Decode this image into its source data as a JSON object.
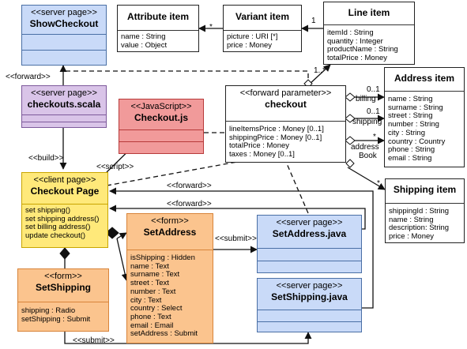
{
  "nodes": {
    "show_checkout": {
      "stereotype": "<<server page>>",
      "name": "ShowCheckout"
    },
    "checkouts_scala": {
      "stereotype": "<<server page>>",
      "name": "checkouts.scala"
    },
    "checkout_js": {
      "stereotype": "<<JavaScript>>",
      "name": "Checkout.js"
    },
    "checkout_page": {
      "stereotype": "<<client page>>",
      "name": "Checkout Page",
      "attrs": [
        "set shipping()",
        "set shipping address()",
        "set billing address()",
        "update checkout()"
      ]
    },
    "set_shipping": {
      "stereotype": "<<form>>",
      "name": "SetShipping",
      "attrs": [
        "shipping : Radio",
        "setShipping : Submit"
      ]
    },
    "set_address": {
      "stereotype": "<<form>>",
      "name": "SetAddress",
      "attrs": [
        "isShipping : Hidden",
        "name : Text",
        "surname : Text",
        "street : Text",
        "number : Text",
        "city : Text",
        "country : Select",
        "phone : Text",
        "email : Email",
        "setAddress : Submit"
      ]
    },
    "set_address_java": {
      "stereotype": "<<server page>>",
      "name": "SetAddress.java"
    },
    "set_shipping_java": {
      "stereotype": "<<server page>>",
      "name": "SetShipping.java"
    },
    "attribute_item": {
      "name": "Attribute item",
      "attrs": [
        "name : String",
        "value : Object"
      ]
    },
    "variant_item": {
      "name": "Variant item",
      "attrs": [
        "picture : URI [*]",
        "price : Money"
      ]
    },
    "line_item": {
      "name": "Line item",
      "attrs": [
        "itemId : String",
        "quantity : Integer",
        "productName : String",
        "totalPrice : Money"
      ]
    },
    "checkout_param": {
      "stereotype": "<<forward parameter>>",
      "name": "checkout",
      "attrs": [
        "lineItemsPrice : Money [0..1]",
        "shippingPrice : Money [0..1]",
        "totalPrice : Money",
        "taxes : Money [0..1]"
      ]
    },
    "address_item": {
      "name": "Address item",
      "attrs": [
        "name : String",
        "surname : String",
        "street : String",
        "number : String",
        "city : String",
        "country : Country",
        "phone : String",
        "email : String"
      ]
    },
    "shipping_item": {
      "name": "Shipping item",
      "attrs": [
        "shippingId : String",
        "name : String",
        "description: String",
        "price : Money"
      ]
    }
  },
  "labels": {
    "forward_1": "<<forward>>",
    "build": "<<build>>",
    "script": "<<script>>",
    "forward_2": "<<forward>>",
    "forward_3": "<<forward>>",
    "submit_1": "<<submit>>",
    "submit_2": "<<submit>>",
    "mult_star_1": "*",
    "mult_one": "1",
    "mult_one_many": "1..*",
    "mult_01_a": "0..1",
    "billing": "billing",
    "mult_01_b": "0..1",
    "shipping": "shipping",
    "mult_star_2": "*",
    "address_book_1": "address",
    "address_book_2": "Book",
    "mult_star_3": "*"
  },
  "colors": {
    "blue_fill": "#c9daf8",
    "purple_fill": "#d9c4e8",
    "red_fill": "#f19a9a",
    "yellow_fill": "#ffe97a",
    "orange_fill": "#fbc48e"
  }
}
